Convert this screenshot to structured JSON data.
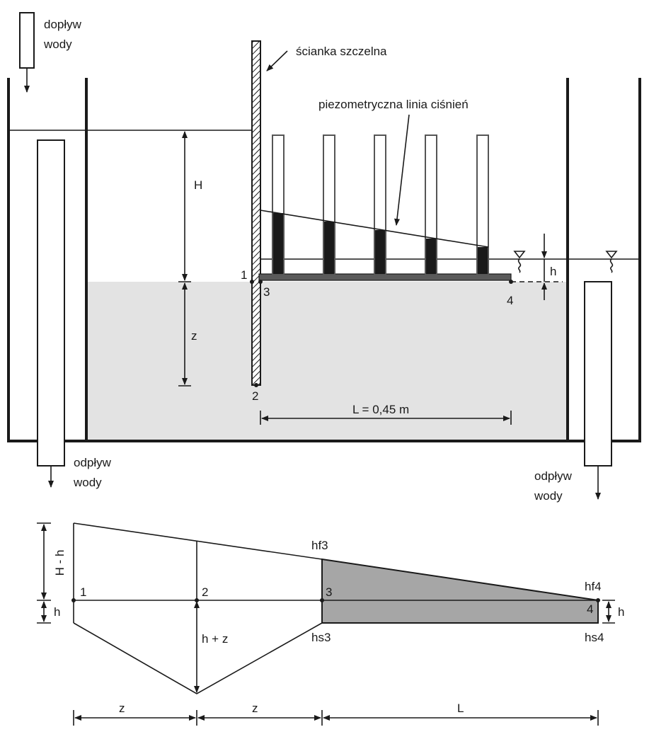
{
  "top": {
    "inflow": [
      "dopływ",
      "wody"
    ],
    "outflow_left": [
      "odpływ",
      "wody"
    ],
    "outflow_right": [
      "odpływ",
      "wody"
    ],
    "sheet_pile": "ścianka szczelna",
    "piezo_line": "piezometryczna linia ciśnień",
    "dim_H": "H",
    "dim_z": "z",
    "dim_h": "h",
    "dim_L": "L = 0,45 m",
    "pt1": "1",
    "pt2": "2",
    "pt3": "3",
    "pt4": "4"
  },
  "bottom": {
    "dim_Hh": "H - h",
    "dim_h_left": "h",
    "dim_h_right": "h",
    "dim_hz": "h + z",
    "pt1": "1",
    "pt2": "2",
    "pt3": "3",
    "pt4": "4",
    "hf3": "hf3",
    "hf4": "hf4",
    "hs3": "hs3",
    "hs4": "hs4",
    "dim_z1": "z",
    "dim_z2": "z",
    "dim_L": "L"
  },
  "colors": {
    "soil": "#e3e3e3",
    "water_column": "#1a1a1a",
    "filter_plate": "#5a5a5a",
    "diagram_fill": "#a6a6a6"
  }
}
